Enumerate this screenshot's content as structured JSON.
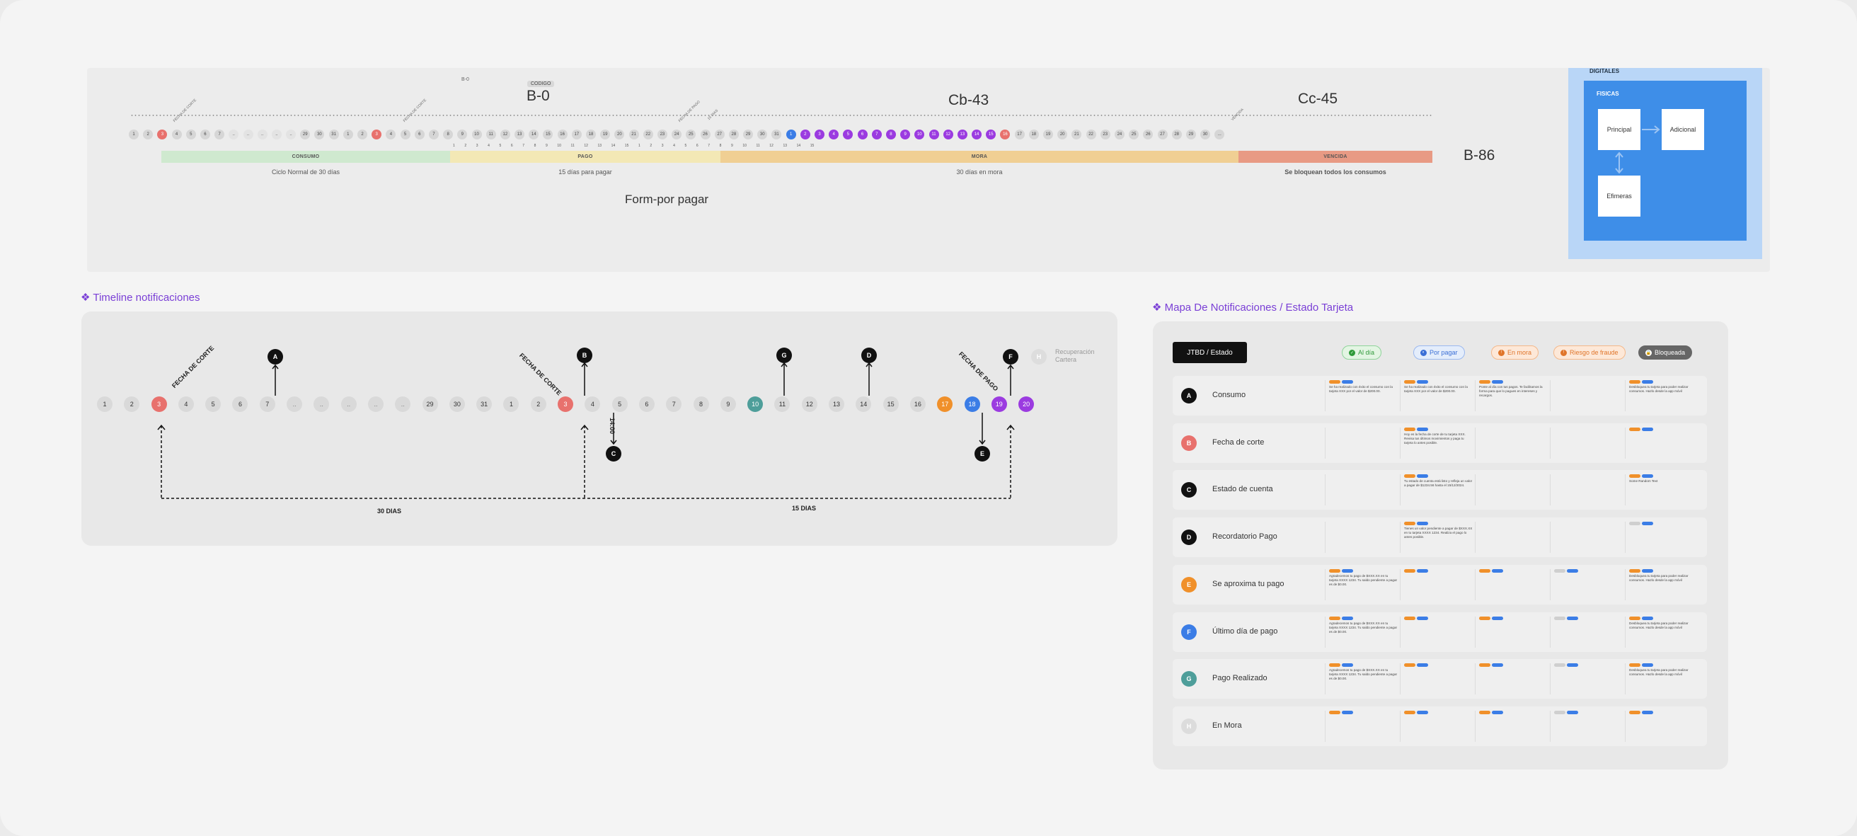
{
  "top": {
    "code_tag": "CODIGO",
    "tiny_tag": "B-0",
    "labels": {
      "b0": "B-0",
      "cb43": "Cb-43",
      "cc45": "Cc-45",
      "b86": "B-86"
    },
    "rot_labels": {
      "corte1": "FECHA DE CORTE",
      "corte2": "FECHA DE CORTE",
      "pago": "FECHA DE PAGO",
      "dia": "15 DIAS",
      "venc": "VENCIDA"
    },
    "days_row": [
      "1",
      "2",
      "3",
      "4",
      "5",
      "6",
      "7",
      "..",
      "..",
      "..",
      "..",
      "..",
      "29",
      "30",
      "31",
      "1",
      "2",
      "3",
      "4",
      "5",
      "6",
      "7",
      "8",
      "9",
      "10",
      "11",
      "12",
      "13",
      "14",
      "15",
      "16",
      "17",
      "18",
      "19",
      "20",
      "21",
      "22",
      "23",
      "24",
      "25",
      "26",
      "27",
      "28",
      "29",
      "30",
      "31",
      "1",
      "2",
      "3",
      "4",
      "5",
      "6",
      "7",
      "8",
      "9",
      "10",
      "11",
      "12",
      "13",
      "14",
      "15",
      "16",
      "17",
      "18",
      "19",
      "20",
      "21",
      "22",
      "23",
      "24",
      "25",
      "26",
      "27",
      "28",
      "29",
      "30",
      "..."
    ],
    "num_row": [
      "1",
      "2",
      "3",
      "4",
      "5",
      "6",
      "7",
      "8",
      "9",
      "10",
      "11",
      "12",
      "13",
      "14",
      "15",
      "1",
      "2",
      "3",
      "4",
      "5",
      "6",
      "7",
      "8",
      "9",
      "10",
      "11",
      "12",
      "13",
      "14",
      "15"
    ],
    "phases": [
      {
        "label": "CONSUMO",
        "caption": "Ciclo Normal de 30 días"
      },
      {
        "label": "PAGO",
        "caption": "15 días para pagar"
      },
      {
        "label": "MORA",
        "caption": "30 días en mora"
      },
      {
        "label": "VENCIDA",
        "caption": "Se bloquean todos los consumos"
      }
    ],
    "form_label": "Form-por pagar",
    "digitales": {
      "title": "DIGITALES",
      "fisicas": "FISICAS",
      "principal": "Principal",
      "adicional": "Adicional",
      "efimeras": "Efimeras"
    },
    "colors": {
      "consumo": "#cfe9cf",
      "pago": "#f3e8b5",
      "mora": "#f0cf93",
      "vencida": "#e89a84"
    }
  },
  "timeline": {
    "title": "❖ Timeline notificaciones",
    "days": [
      "1",
      "2",
      "3",
      "4",
      "5",
      "6",
      "7",
      "..",
      "..",
      "..",
      "..",
      "..",
      "29",
      "30",
      "31",
      "1",
      "2",
      "3",
      "4",
      "5",
      "6",
      "7",
      "8",
      "9",
      "10",
      "11",
      "12",
      "13",
      "14",
      "15",
      "16",
      "17",
      "18",
      "19",
      "20"
    ],
    "markers": {
      "A": "A",
      "B": "B",
      "C": "C",
      "D": "D",
      "E": "E",
      "F": "F",
      "G": "G",
      "H": "H"
    },
    "rot": {
      "corte1": "FECHA DE CORTE",
      "corte2": "FECHA DE CORTE",
      "pago": "FECHA DE PAGO"
    },
    "time_label": "14:00",
    "dur_30": "30 DIAS",
    "dur_15": "15 DIAS",
    "recup": [
      "Recuperación",
      "Cartera"
    ]
  },
  "map": {
    "title": "❖ Mapa De Notificaciones / Estado Tarjeta",
    "jtbd": "JTBD / Estado",
    "states": [
      {
        "label": "Al día",
        "icon": "check-icon",
        "bg": "#e3f5e3",
        "fg": "#2f9a3a",
        "border": "#8fd39a"
      },
      {
        "label": "Por pagar",
        "icon": "half-circle-icon",
        "bg": "#e4edfb",
        "fg": "#3b6fd6",
        "border": "#9bb8ef"
      },
      {
        "label": "En mora",
        "icon": "alert-icon",
        "bg": "#fde8d8",
        "fg": "#e0752a",
        "border": "#f4b88a"
      },
      {
        "label": "Riesgo de fraude",
        "icon": "warning-icon",
        "bg": "#fde8d8",
        "fg": "#e0752a",
        "border": "#f4b88a"
      },
      {
        "label": "Bloqueada",
        "icon": "lock-icon",
        "bg": "#666666",
        "fg": "#ffffff",
        "border": "#666666"
      }
    ],
    "rows": [
      {
        "key": "A",
        "label": "Consumo",
        "color": "#111111",
        "cells": [
          "Se ha realizado con éxito el consumo con la tarjeta XXX por el valor de $200.00.",
          "Se ha realizado con éxito el consumo con la tarjeta XXX por el valor de $200.00.",
          "Ponte al día con tus pagos. Te facilitamos la forma para que lo pagues en intereses y recargos.",
          "",
          "Desbloquea tu tarjeta para poder realizar consumos. Hazlo desde la app móvil"
        ]
      },
      {
        "key": "B",
        "label": "Fecha de corte",
        "color": "#e8716d",
        "cells": [
          "",
          "Hoy es la fecha de corte de tu tarjeta XXX. Revisa tus últimos movimientos y paga tu tarjeta lo antes posible.",
          "",
          "",
          ""
        ]
      },
      {
        "key": "C",
        "label": "Estado de cuenta",
        "color": "#111111",
        "cells": [
          "",
          "Tu estado de cuenta está listo y refleja un valor a pagar de $1234.56 hasta el 15/12/2024.",
          "",
          "",
          "Some Random Text"
        ]
      },
      {
        "key": "D",
        "label": "Recordatorio Pago",
        "color": "#111111",
        "cells": [
          "",
          "Tienes un valor pendiente a pagar de $XXX.XX en tu tarjeta XXXX 1234. Realiza el pago lo antes posible.",
          "",
          "",
          ""
        ]
      },
      {
        "key": "E",
        "label": "Se aproxima tu pago",
        "color": "#f0902a",
        "cells": [
          "Agradecemos tu pago de $XXX.XX en tu tarjeta XXXX 1234. Tu saldo pendiente a pagar es de $0.00.",
          "",
          "",
          "",
          "Desbloquea tu tarjeta para poder realizar consumos. Hazlo desde la app móvil"
        ]
      },
      {
        "key": "F",
        "label": "Último día de pago",
        "color": "#3b7de6",
        "cells": [
          "Agradecemos tu pago de $XXX.XX en tu tarjeta XXXX 1234. Tu saldo pendiente a pagar es de $0.00.",
          "",
          "",
          "",
          "Desbloquea tu tarjeta para poder realizar consumos. Hazlo desde la app móvil"
        ]
      },
      {
        "key": "G",
        "label": "Pago Realizado",
        "color": "#4e9e9a",
        "cells": [
          "Agradecemos tu pago de $XXX.XX en tu tarjeta XXXX 1234. Tu saldo pendiente a pagar es de $0.00.",
          "",
          "",
          "",
          "Desbloquea tu tarjeta para poder realizar consumos. Hazlo desde la app móvil"
        ]
      },
      {
        "key": "H",
        "label": "En Mora",
        "color": "#dcdcdc",
        "cells": [
          "",
          "",
          "",
          "",
          ""
        ]
      }
    ]
  }
}
